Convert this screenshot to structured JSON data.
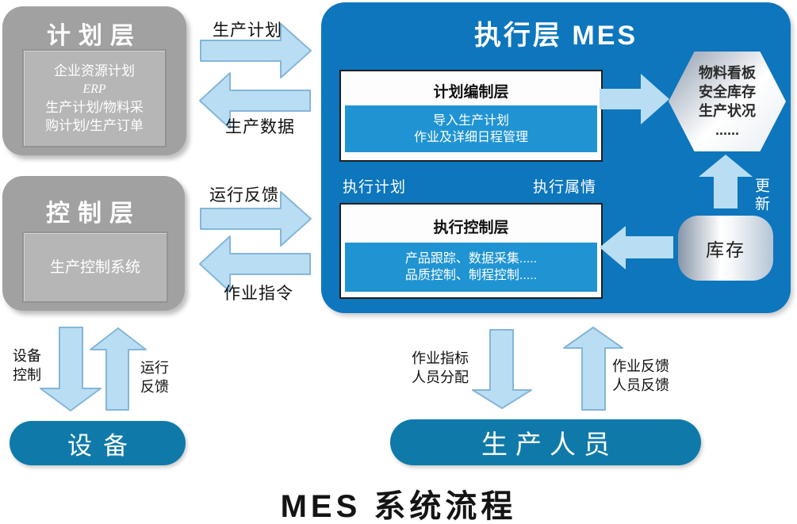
{
  "colors": {
    "mes_blue": "#0d76bd",
    "sub_blue": "#2094d2",
    "arrow_blue": "#b9ddf3",
    "gray_box": "#a1a1a1",
    "pill_blue": "#0f7aa9"
  },
  "planning": {
    "title": "计划层",
    "lines": [
      "企业资源计划",
      "ERP",
      "生产计划/物料采",
      "购计划/生产订单"
    ]
  },
  "control": {
    "title": "控制层",
    "inner": "生产控制系统"
  },
  "mes": {
    "title": "执行层 MES",
    "plan_box": {
      "header": "计划编制层",
      "lines": [
        "导入生产计划",
        "作业及详细日程管理"
      ]
    },
    "exec_label_left": "执行计划",
    "exec_label_right": "执行属情",
    "exec_box": {
      "header": "执行控制层",
      "lines": [
        "产品跟踪、数据采集.....",
        "品质控制、制程控制....."
      ]
    },
    "kanban": {
      "lines": [
        "物料看板",
        "安全库存",
        "生产状况",
        "......"
      ]
    },
    "inventory": "库存",
    "update_label": "更新"
  },
  "flows": {
    "production_plan": "生产计划",
    "production_data": "生产数据",
    "run_feedback": "运行反馈",
    "work_order": "作业指令",
    "device_control": [
      "设备",
      "控制"
    ],
    "device_feedback": [
      "运行",
      "反馈"
    ],
    "staff_assign": [
      "作业指标",
      "人员分配"
    ],
    "staff_feedback": [
      "作业反馈",
      "人员反馈"
    ]
  },
  "equipment": "设备",
  "staff": "生产人员",
  "caption": "MES 系统流程"
}
